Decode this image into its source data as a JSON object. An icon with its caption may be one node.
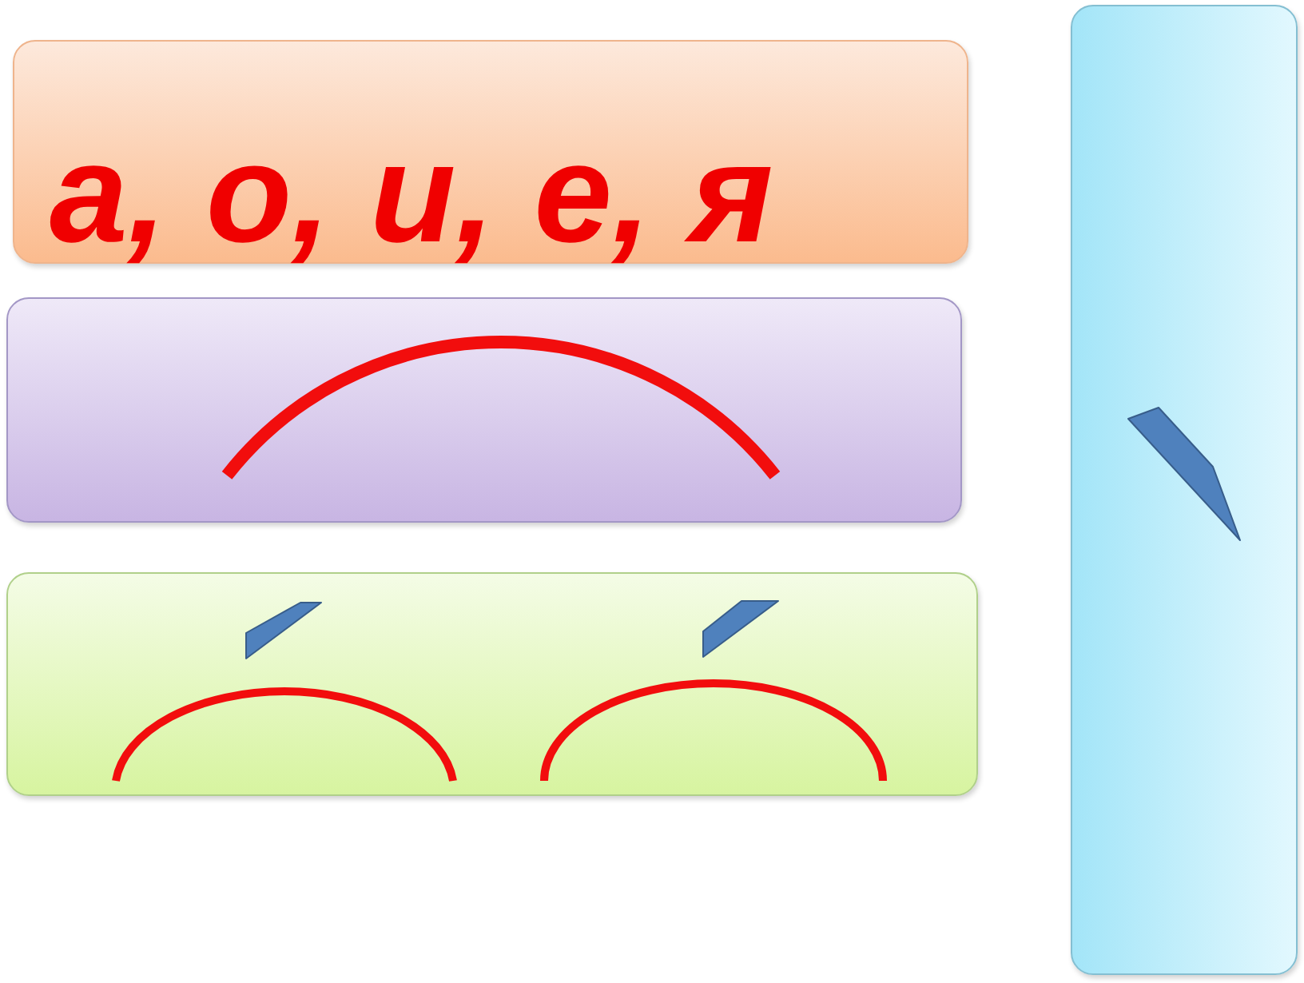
{
  "diagram": {
    "nodes": [
      {
        "text": [
          "а, о, и, е, я"
        ]
      },
      {
        "text": [],
        "shape": "box"
      },
      {
        "text": [],
        "shape": "box"
      },
      {
        "text": [],
        "shape": "box"
      }
    ]
  }
}
